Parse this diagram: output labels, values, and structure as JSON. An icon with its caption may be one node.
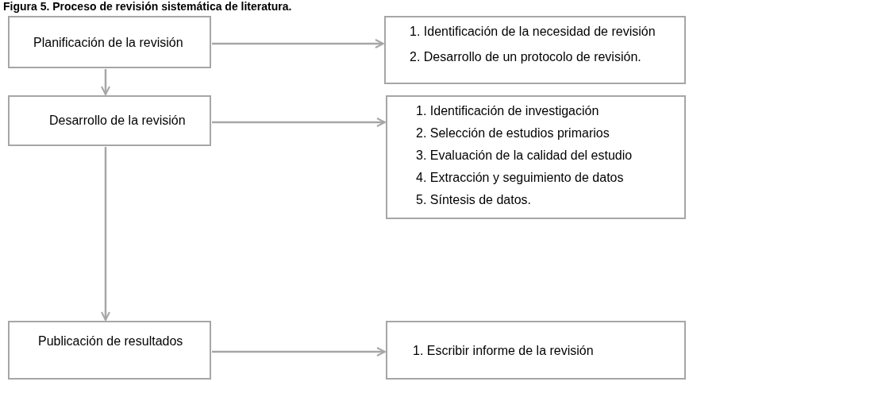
{
  "diagram": {
    "title": "**Figura 5.** Proceso de revisión sistemática de literatura.",
    "nodes": [
      {
        "text": [
          "Planificación de la revisión"
        ]
      },
      {
        "text": [
          "1. Identificación de la necesidad de revisión",
          "2. Desarrollo de un protocolo de revisión."
        ]
      },
      {
        "text": [
          "Desarrollo de la revisión"
        ]
      },
      {
        "text": [
          "1. Identificación de investigación",
          "2. Selección de estudios primarios",
          "3. Evaluación de la calidad del estudio",
          "4. Extracción y seguimiento de datos",
          "5. Síntesis de datos."
        ]
      },
      {
        "text": [
          "Publicación de resultados"
        ]
      },
      {
        "text": [
          "1.  Escribir informe de la revisión"
        ]
      }
    ],
    "edges": [
      {
        "from": 0,
        "to": 1,
        "arrow": "to"
      },
      {
        "from": 0,
        "to": 2,
        "arrow": "to"
      },
      {
        "from": 2,
        "to": 3,
        "arrow": "to"
      },
      {
        "from": 2,
        "to": 4,
        "arrow": "to"
      },
      {
        "from": 4,
        "to": 5,
        "arrow": "to"
      }
    ]
  }
}
